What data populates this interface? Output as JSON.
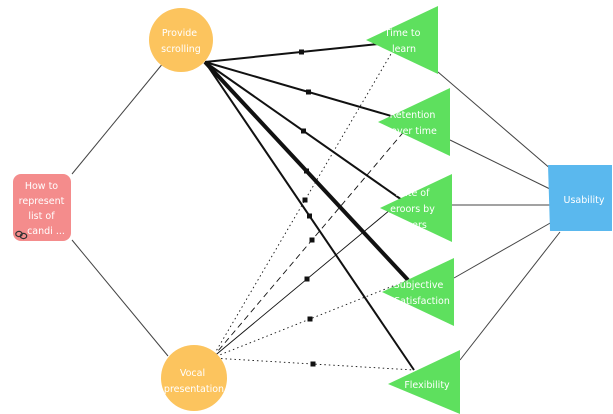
{
  "colors": {
    "question": "#f48c8c",
    "option": "#fcc45e",
    "criterion": "#5ee05e",
    "goal": "#5ab8ee",
    "edge": "#111111",
    "label_light": "#ffffff",
    "label_dark": "#222222"
  },
  "nodes": {
    "question": {
      "lines": [
        "How to",
        "represent",
        "list of",
        "candi ..."
      ]
    },
    "option_scrolling": {
      "lines": [
        "Provide",
        "scrolling"
      ]
    },
    "option_vocal": {
      "lines": [
        "Vocal",
        "presentation"
      ]
    },
    "criterion_time": {
      "lines": [
        "Time to",
        "learn"
      ]
    },
    "criterion_retention": {
      "lines": [
        "Retention",
        "over time"
      ]
    },
    "criterion_errors": {
      "lines": [
        "Rate of",
        "eroors by",
        "users"
      ]
    },
    "criterion_satisfaction": {
      "lines": [
        "Subjective",
        "Satisfaction"
      ]
    },
    "criterion_flexibility": {
      "lines": [
        "Flexibility"
      ]
    },
    "goal_usability": {
      "lines": [
        "Usability"
      ]
    }
  },
  "links": [
    {
      "from": "option_scrolling",
      "to": "criterion_time",
      "style": "solid",
      "weight": "medium"
    },
    {
      "from": "option_scrolling",
      "to": "criterion_retention",
      "style": "solid",
      "weight": "medium"
    },
    {
      "from": "option_scrolling",
      "to": "criterion_errors",
      "style": "solid",
      "weight": "medium"
    },
    {
      "from": "option_scrolling",
      "to": "criterion_satisfaction",
      "style": "solid",
      "weight": "heavy"
    },
    {
      "from": "option_scrolling",
      "to": "criterion_flexibility",
      "style": "solid",
      "weight": "medium"
    },
    {
      "from": "option_vocal",
      "to": "criterion_time",
      "style": "dotted",
      "weight": "thin"
    },
    {
      "from": "option_vocal",
      "to": "criterion_retention",
      "style": "dashed",
      "weight": "thin"
    },
    {
      "from": "option_vocal",
      "to": "criterion_errors",
      "style": "solid",
      "weight": "thin"
    },
    {
      "from": "option_vocal",
      "to": "criterion_satisfaction",
      "style": "dotted",
      "weight": "thin"
    },
    {
      "from": "option_vocal",
      "to": "criterion_flexibility",
      "style": "dotted",
      "weight": "thin"
    }
  ]
}
